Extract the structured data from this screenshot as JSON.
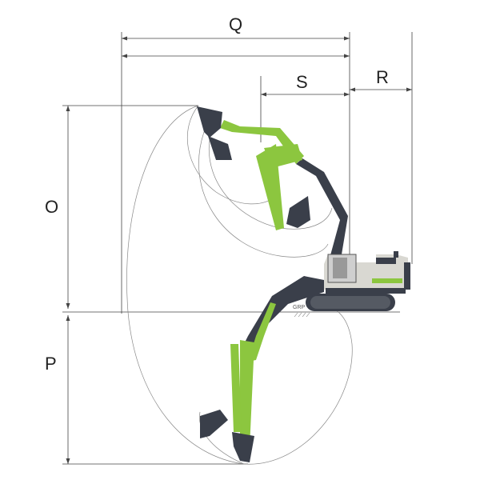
{
  "labels": {
    "Q": "Q",
    "R": "R",
    "S": "S",
    "O": "O",
    "P": "P",
    "ground": "GRP"
  },
  "colors": {
    "machine_green": "#8cc63f",
    "machine_dark": "#3a3f4a",
    "cab": "#d9d8d2",
    "lines": "#444444"
  }
}
